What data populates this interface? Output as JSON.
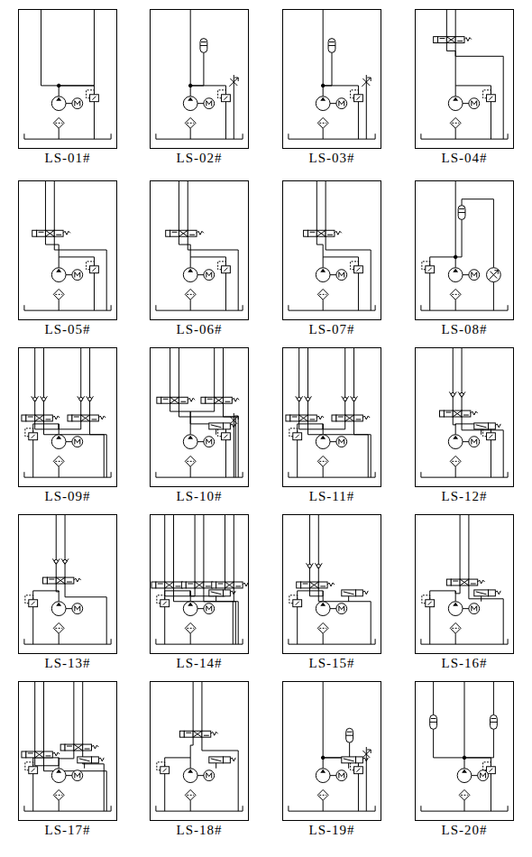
{
  "diagram": {
    "nodes": [
      {
        "text": [
          "LS-01#"
        ]
      },
      {
        "text": [
          "LS-02#"
        ]
      },
      {
        "text": [
          "LS-03#"
        ]
      },
      {
        "text": [
          "LS-04#"
        ]
      },
      {
        "text": [
          "LS-05#"
        ]
      },
      {
        "text": [
          "LS-06#"
        ]
      },
      {
        "text": [
          "LS-07#"
        ]
      },
      {
        "text": [
          "LS-08#"
        ]
      },
      {
        "text": [
          "LS-09#"
        ]
      },
      {
        "text": [
          "LS-10#"
        ]
      },
      {
        "text": [
          "LS-11#"
        ]
      },
      {
        "text": [
          "LS-12#"
        ]
      },
      {
        "text": [
          "LS-13#"
        ]
      },
      {
        "text": [
          "LS-14#"
        ]
      },
      {
        "text": [
          "LS-15#"
        ]
      },
      {
        "text": [
          "LS-16#"
        ]
      },
      {
        "text": [
          "LS-17#"
        ]
      },
      {
        "text": [
          "LS-18#"
        ]
      },
      {
        "text": [
          "LS-19#"
        ]
      },
      {
        "text": [
          "LS-20#"
        ]
      }
    ]
  }
}
